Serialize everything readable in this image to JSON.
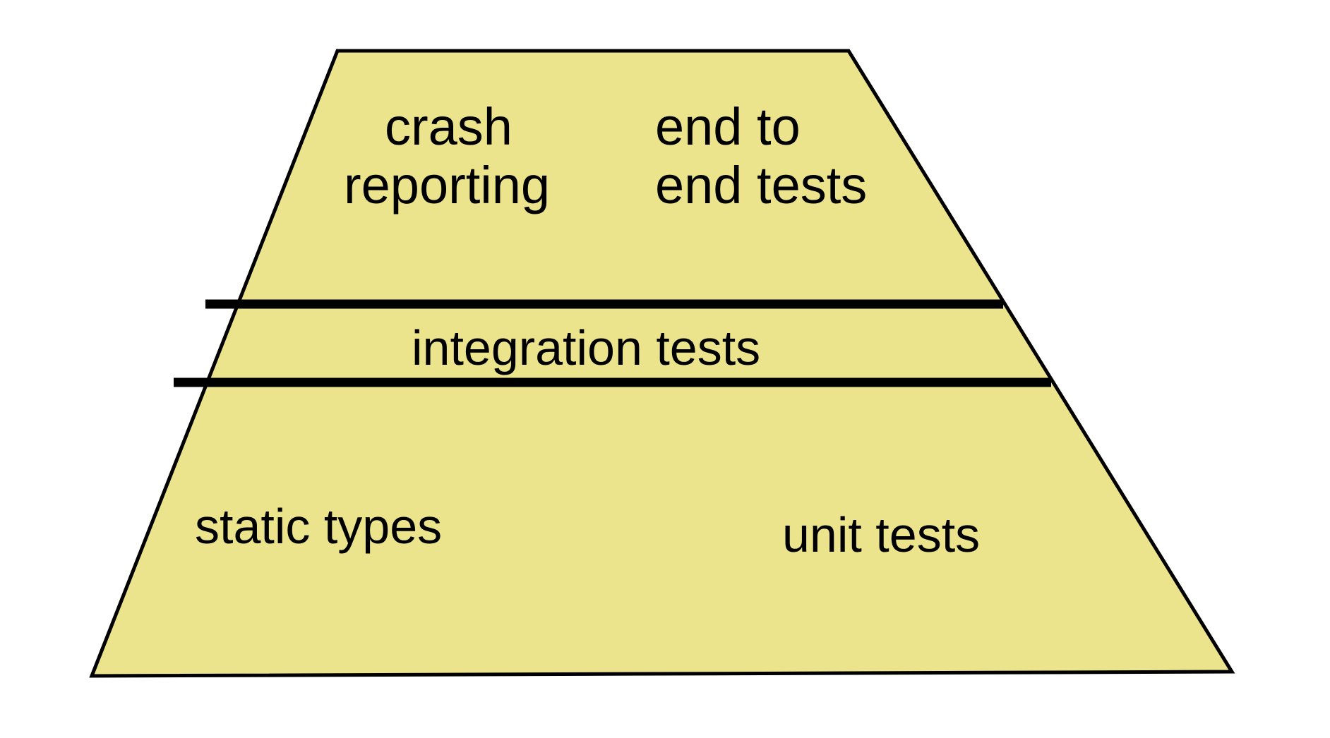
{
  "diagram": {
    "name": "test-pyramid",
    "type": "layered-trapezoid-pyramid",
    "background_color": "#ffffff",
    "fill_color": "#ECE48C",
    "stroke_color": "#000000",
    "divider_color": "#000000",
    "tiers": [
      {
        "id": "top",
        "name": "top-tier",
        "labels": [
          {
            "id": "crash-reporting",
            "line1": "crash",
            "line2": "reporting"
          },
          {
            "id": "end-to-end-tests",
            "line1": "end to",
            "line2": "end tests"
          }
        ]
      },
      {
        "id": "middle",
        "name": "middle-tier",
        "labels": [
          {
            "id": "integration-tests",
            "line1": "integration tests",
            "line2": ""
          }
        ]
      },
      {
        "id": "bottom",
        "name": "bottom-tier",
        "labels": [
          {
            "id": "static-types",
            "line1": "static types",
            "line2": ""
          },
          {
            "id": "unit-tests",
            "line1": "unit tests",
            "line2": ""
          }
        ]
      }
    ]
  },
  "text": {
    "crash_line1": "crash",
    "crash_line2": "reporting",
    "e2e_line1": "end to",
    "e2e_line2": "end tests",
    "integration_tests": "integration tests",
    "static_types": "static types",
    "unit_tests": "unit tests"
  }
}
